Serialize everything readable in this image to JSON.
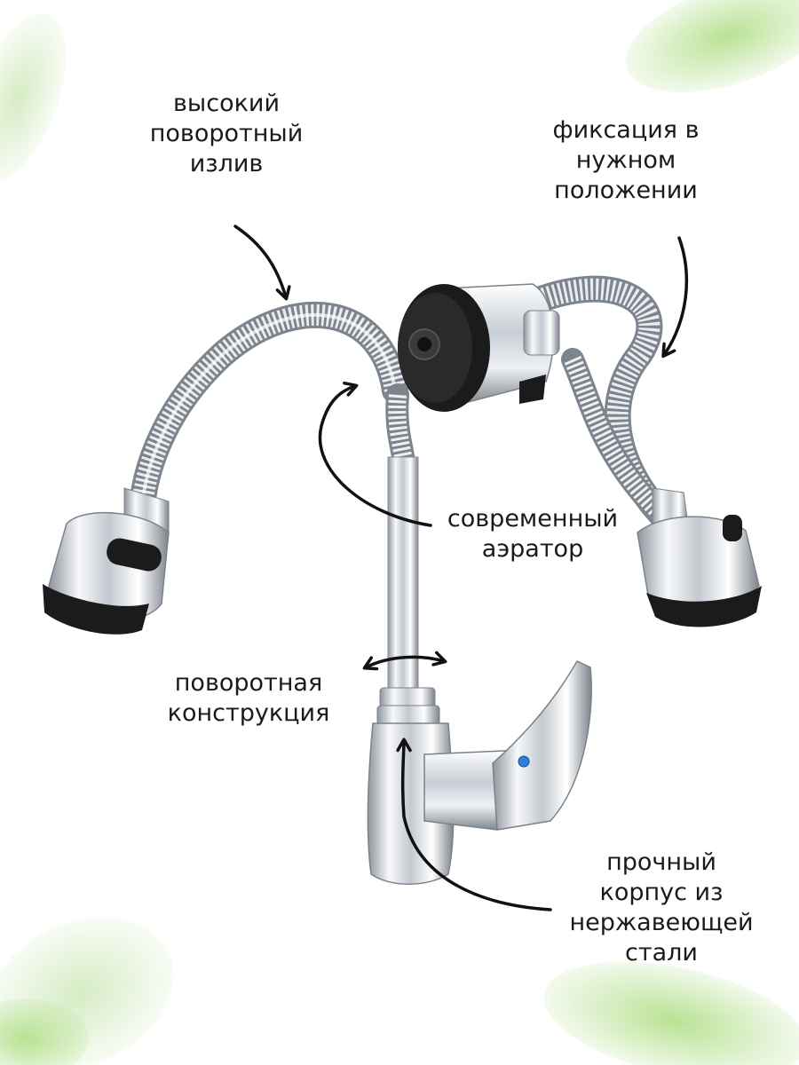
{
  "labels": {
    "spout": [
      "высокий",
      "поворотный",
      "излив"
    ],
    "fixation": [
      "фиксация в",
      "нужном",
      "положении"
    ],
    "aerator": [
      "современный",
      "аэратор"
    ],
    "rotation": [
      "поворотная",
      "конструкция"
    ],
    "body": [
      "прочный",
      "корпус из",
      "нержавеющей",
      "стали"
    ]
  },
  "colors": {
    "leaf": "#9fd07a",
    "chrome_light": "#f4f6f8",
    "chrome_mid": "#b9c0c8",
    "chrome_dark": "#6d747c",
    "rubber": "#1b1b1b",
    "arrow": "#111111",
    "lever_button": "#2e7fd6"
  }
}
